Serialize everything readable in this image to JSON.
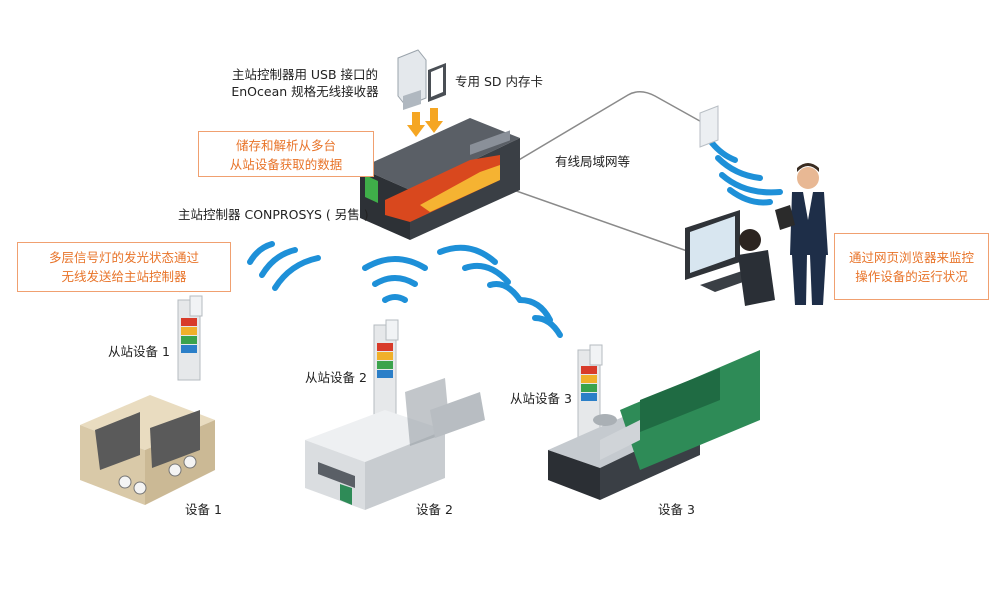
{
  "labels": {
    "usb_line1": "主站控制器用 USB 接口的",
    "usb_line2": "EnOcean 规格无线接收器",
    "sd_card": "专用 SD 内存卡",
    "master_controller": "主站控制器 CONPROSYS ( 另售 )",
    "lan": "有线局域网等",
    "slave1": "从站设备 1",
    "slave2": "从站设备 2",
    "slave3": "从站设备 3",
    "device1": "设备 1",
    "device2": "设备 2",
    "device3": "设备 3"
  },
  "callouts": {
    "store_line1": "储存和解析从多台",
    "store_line2": "从站设备获取的数据",
    "signal_line1": "多层信号灯的发光状态通过",
    "signal_line2": "无线发送给主站控制器",
    "monitor_line1": "通过网页浏览器来监控",
    "monitor_line2": "操作设备的运行状况"
  },
  "colors": {
    "callout_text": "#e8742a",
    "callout_border": "#f0a070",
    "wave": "#1e90d8",
    "arrow": "#f5a623",
    "machine_green": "#2e8b57"
  }
}
